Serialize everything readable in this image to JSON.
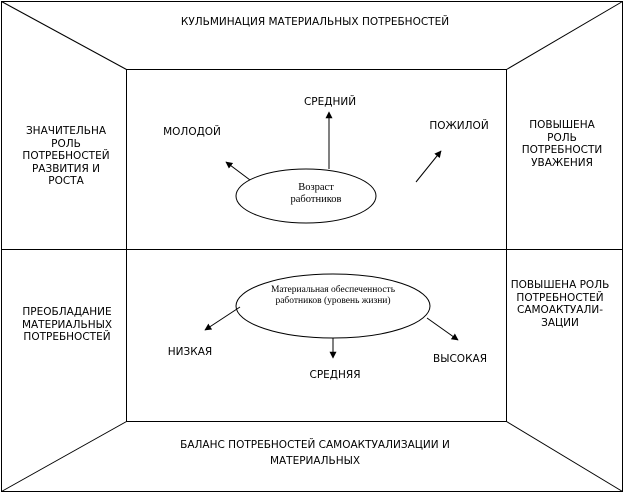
{
  "top_label": "КУЛЬМИНАЦИЯ МАТЕРИАЛЬНЫХ ПОТРЕБНОСТЕЙ",
  "bottom_label": "БАЛАНС ПОТРЕБНОСТЕЙ САМОАКТУАЛИЗАЦИИ И МАТЕРИАЛЬНЫХ",
  "left_upper": "ЗНАЧИТЕЛЬНА РОЛЬ ПОТРЕБНОСТЕЙ РАЗВИТИЯ И РОСТА",
  "left_lower": "ПРЕОБЛАДАНИЕ МАТЕРИАЛЬНЫХ ПОТРЕБНОСТЕЙ",
  "right_upper": "ПОВЫШЕНА РОЛЬ ПОТРЕБНОСТИ УВАЖЕНИЯ",
  "right_lower": "ПОВЫШЕНА РОЛЬ ПОТРЕБНОСТЕЙ САМОАКТУАЛИ-ЗАЦИИ",
  "age": {
    "center": "Возраст работников",
    "up": "СРЕДНИЙ",
    "left": "МОЛОДОЙ",
    "right": "ПОЖИЛОЙ"
  },
  "wealth": {
    "center": "Материальная обеспеченность работников (уровень жизни)",
    "left": "НИЗКАЯ",
    "down": "СРЕДНЯЯ",
    "right": "ВЫСОКАЯ"
  },
  "colors": {
    "line": "#000000",
    "background": "#ffffff"
  }
}
